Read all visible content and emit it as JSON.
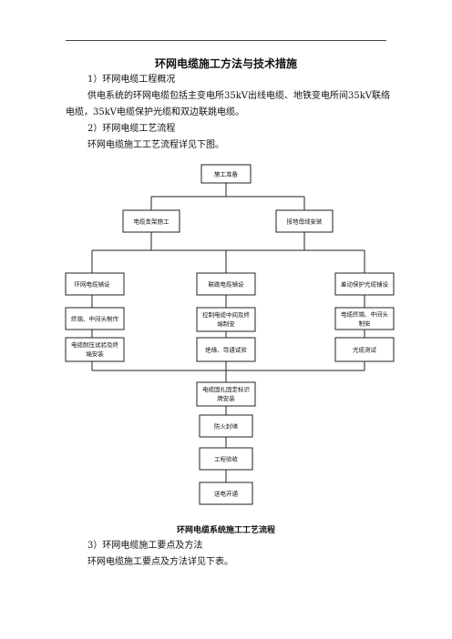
{
  "document": {
    "title": "环网电缆施工方法与技术措施",
    "section1_heading": "1）环网电缆工程概况",
    "section1_body_line1": "供电系统的环网电缆包括主变电所35kV出线电缆、地铁变电所间35kV联络",
    "section1_body_line2": "电缆，35kV电缆保护光缆和双边联跳电缆。",
    "section2_heading": "2）环网电缆工艺流程",
    "section2_body": "环网电缆施工工艺流程详见下图。",
    "figure_caption": "环网电缆系统施工工艺流程",
    "section3_heading": "3）环网电缆施工要点及方法",
    "section3_body": "环网电缆施工要点及方法详见下表。"
  },
  "flowchart": {
    "prep": "施工准备",
    "support": "电缆支架施工",
    "ground": "接地母线安装",
    "ring_lay": "环网电缆铺设",
    "trip_lay": "联跳电缆铺设",
    "diff_lay": "差动保护光缆铺设",
    "ring_joint": "终端、中间头制作",
    "trip_joint_l1": "控制电缆中间及终",
    "trip_joint_l2": "端制安",
    "diff_joint_l1": "电缆终端、中间头",
    "diff_joint_l2": "制安",
    "ring_test_l1": "电缆耐压试验及终",
    "ring_test_l2": "端安装",
    "insulation_test": "绝缘、导通试验",
    "fiber_test": "光缆测试",
    "tag_l1": "电缆固扎固定标识",
    "tag_l2": "牌安装",
    "fireproof": "防火封堵",
    "acceptance": "工程验收",
    "energize": "送电开通"
  }
}
